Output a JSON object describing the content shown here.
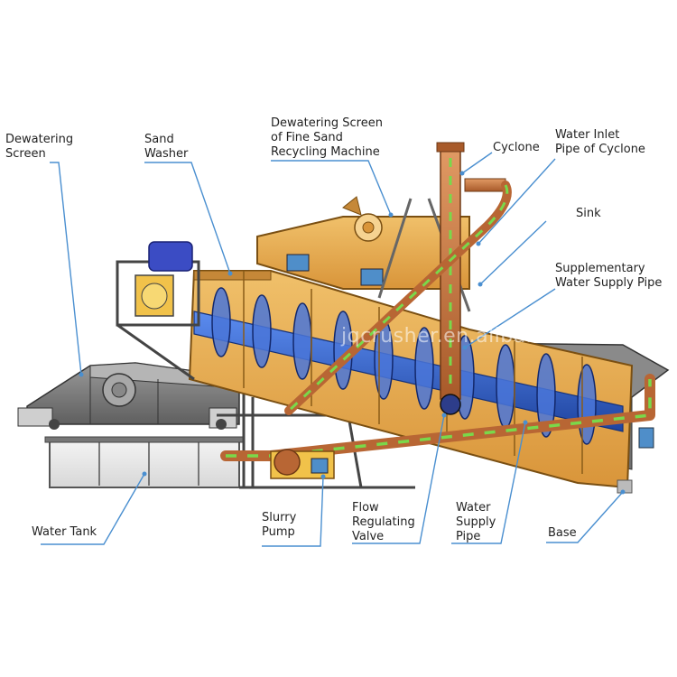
{
  "labels": {
    "dewatering_screen": "Dewatering\nScreen",
    "sand_washer": "Sand\nWasher",
    "fine_sand_screen": "Dewatering Screen\nof Fine Sand\nRecycling Machine",
    "cyclone": "Cyclone",
    "water_inlet_pipe": "Water Inlet\nPipe of Cyclone",
    "sink": "Sink",
    "supplementary_pipe": "Supplementary\nWater Supply Pipe",
    "water_tank": "Water Tank",
    "slurry_pump": "Slurry\nPump",
    "flow_valve": "Flow\nRegulating\nValve",
    "water_supply_pipe": "Water\nSupply\nPipe",
    "base": "Base"
  },
  "watermark": "jqcrusher.en.alibaba.com",
  "colors": {
    "orange_body": "#e3a94e",
    "orange_dark": "#b97a25",
    "pipe": "#c8743f",
    "pipe_flow": "#7ad84a",
    "screw": "#2f63c9",
    "screen_gray": "#8c8c8c",
    "leader": "#4a8fd0"
  }
}
